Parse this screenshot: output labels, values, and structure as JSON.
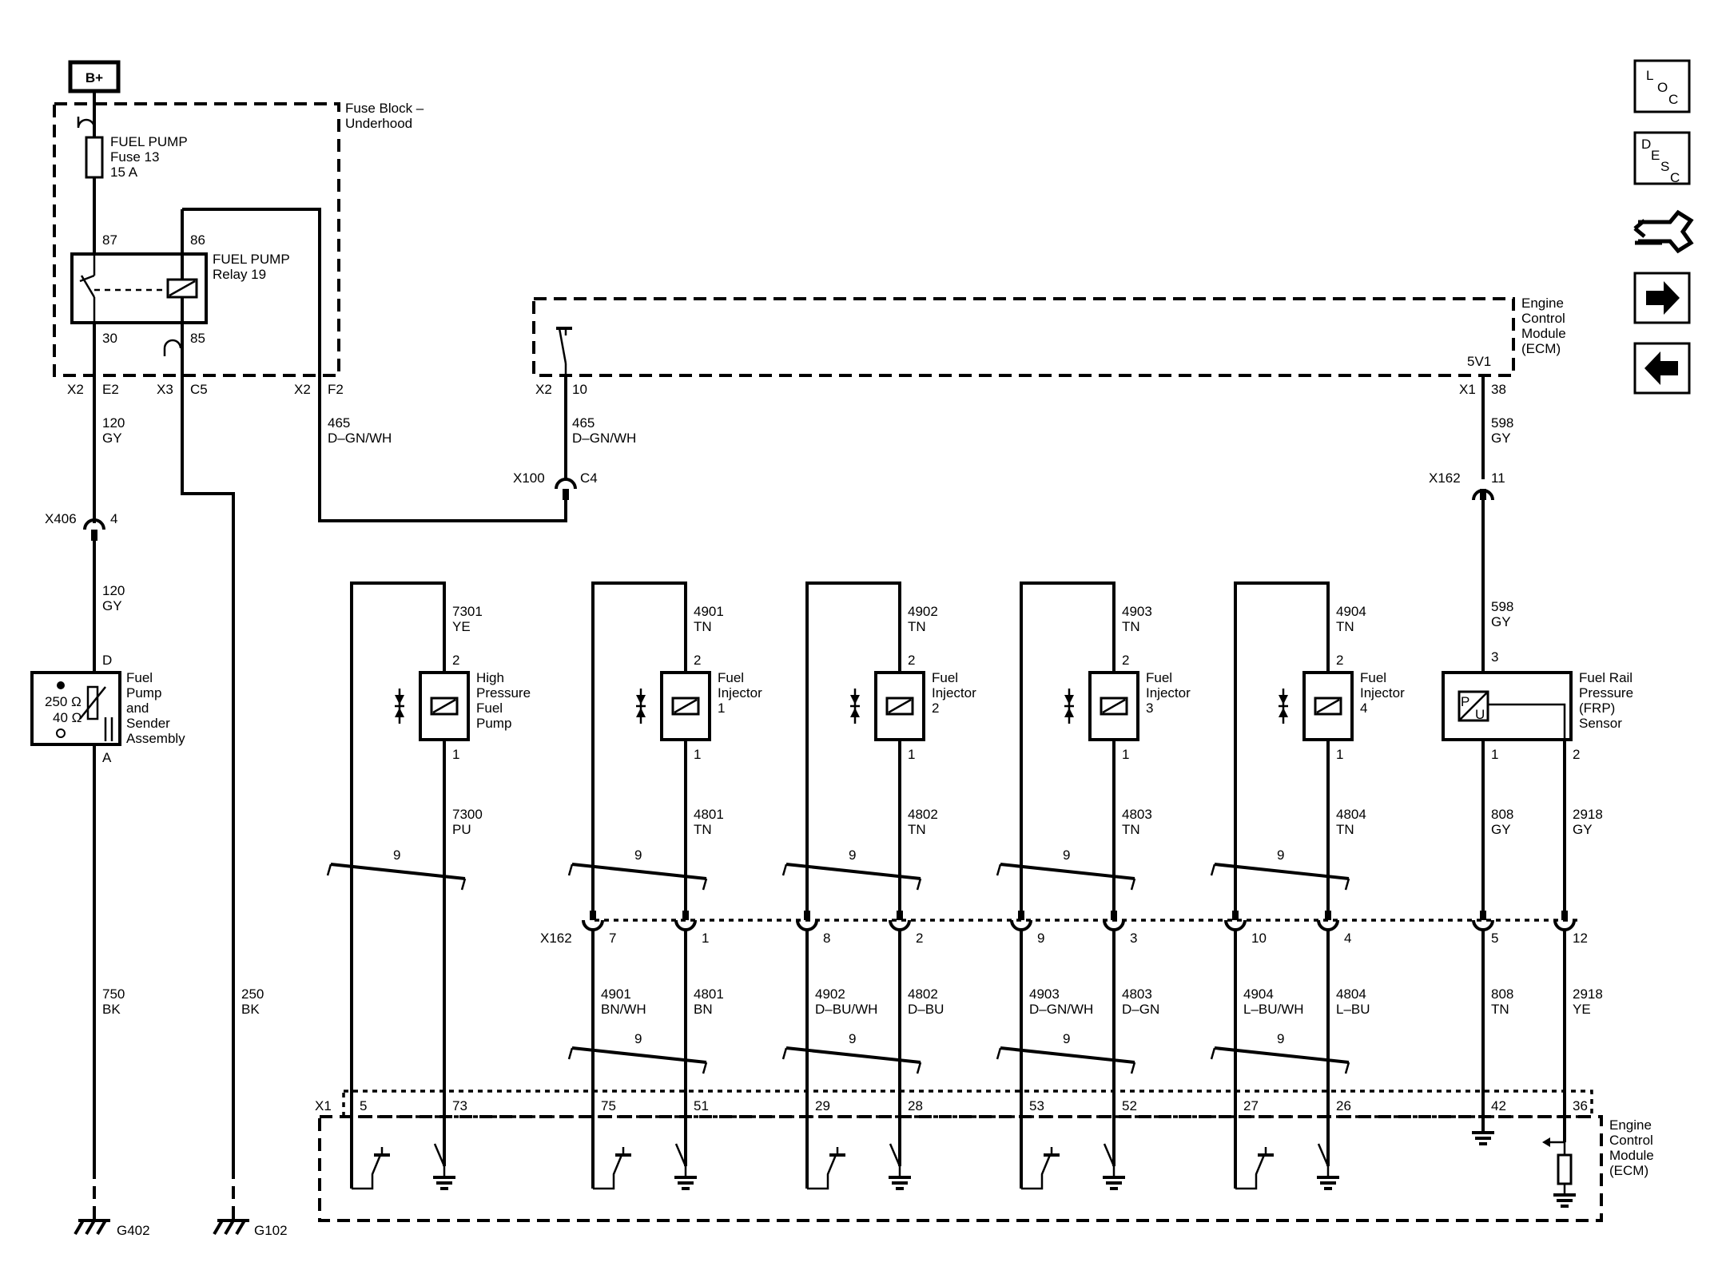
{
  "power": {
    "label": "B+"
  },
  "fuse_block": {
    "title_line1": "Fuse Block –",
    "title_line2": "Underhood"
  },
  "fuse": {
    "name": "FUEL PUMP",
    "id": "Fuse 13",
    "rating": "15 A"
  },
  "relay": {
    "name": "FUEL PUMP",
    "id": "Relay 19",
    "pin_87": "87",
    "pin_86": "86",
    "pin_30": "30",
    "pin_85": "85"
  },
  "fuse_block_pins": {
    "p1_conn": "X2",
    "p1_pin": "E2",
    "p2_conn": "X3",
    "p2_pin": "C5",
    "p3_conn": "X2",
    "p3_pin": "F2"
  },
  "ecm_top": {
    "title": [
      "Engine",
      "Control",
      "Module",
      "(ECM)"
    ],
    "left_conn": "X2",
    "left_pin": "10",
    "right_conn": "X1",
    "right_pin": "38",
    "ref_label": "5V1"
  },
  "wires": {
    "w120a": [
      "120",
      "GY"
    ],
    "w465a": [
      "465",
      "D–GN/WH"
    ],
    "w465b": [
      "465",
      "D–GN/WH"
    ],
    "w598a": [
      "598",
      "GY"
    ],
    "w120b": [
      "120",
      "GY"
    ],
    "w598b": [
      "598",
      "GY"
    ],
    "w750": [
      "750",
      "BK"
    ],
    "w250": [
      "250",
      "BK"
    ]
  },
  "connectors": {
    "x100": {
      "name": "X100",
      "pin": "C4"
    },
    "x162_top": {
      "name": "X162",
      "pin": "11"
    },
    "x406": {
      "name": "X406",
      "pin": "4"
    }
  },
  "fuel_pump_assembly": {
    "label": [
      "Fuel",
      "Pump",
      "and",
      "Sender",
      "Assembly"
    ],
    "pin_top": "D",
    "pin_bottom": "A",
    "resist_1": "250 Ω",
    "resist_2": "40 Ω"
  },
  "injectors": [
    {
      "label": [
        "High",
        "Pressure",
        "Fuel",
        "Pump"
      ],
      "top_wire": [
        "7301",
        "YE"
      ],
      "bot_wire": [
        "7300",
        "PU"
      ],
      "pin2": "2",
      "pin1": "1",
      "twist": "9",
      "twist2": "",
      "xc_left": "7",
      "xc_right": "1",
      "lo_left": [
        "",
        ""
      ],
      "lo_right": [
        "",
        ""
      ],
      "ecm_left": "5",
      "ecm_right": "73"
    },
    {
      "label": [
        "Fuel",
        "Injector",
        "1"
      ],
      "top_wire": [
        "4901",
        "TN"
      ],
      "bot_wire": [
        "4801",
        "TN"
      ],
      "pin2": "2",
      "pin1": "1",
      "twist": "9",
      "twist2": "9",
      "xc_left": "7",
      "xc_right": "1",
      "lo_left": [
        "4901",
        "BN/WH"
      ],
      "lo_right": [
        "4801",
        "BN"
      ],
      "ecm_left": "75",
      "ecm_right": "51"
    },
    {
      "label": [
        "Fuel",
        "Injector",
        "2"
      ],
      "top_wire": [
        "4902",
        "TN"
      ],
      "bot_wire": [
        "4802",
        "TN"
      ],
      "pin2": "2",
      "pin1": "1",
      "twist": "9",
      "twist2": "9",
      "xc_left": "8",
      "xc_right": "2",
      "lo_left": [
        "4902",
        "D–BU/WH"
      ],
      "lo_right": [
        "4802",
        "D–BU"
      ],
      "ecm_left": "29",
      "ecm_right": "28"
    },
    {
      "label": [
        "Fuel",
        "Injector",
        "3"
      ],
      "top_wire": [
        "4903",
        "TN"
      ],
      "bot_wire": [
        "4803",
        "TN"
      ],
      "pin2": "2",
      "pin1": "1",
      "twist": "9",
      "twist2": "9",
      "xc_left": "9",
      "xc_right": "3",
      "lo_left": [
        "4903",
        "D–GN/WH"
      ],
      "lo_right": [
        "4803",
        "D–GN"
      ],
      "ecm_left": "53",
      "ecm_right": "52"
    },
    {
      "label": [
        "Fuel",
        "Injector",
        "4"
      ],
      "top_wire": [
        "4904",
        "TN"
      ],
      "bot_wire": [
        "4804",
        "TN"
      ],
      "pin2": "2",
      "pin1": "1",
      "twist": "9",
      "twist2": "9",
      "xc_left": "10",
      "xc_right": "4",
      "lo_left": [
        "4904",
        "L–BU/WH"
      ],
      "lo_right": [
        "4804",
        "L–BU"
      ],
      "ecm_left": "27",
      "ecm_right": "26"
    }
  ],
  "x162_mid": {
    "name": "X162"
  },
  "frp_sensor": {
    "label": [
      "Fuel Rail",
      "Pressure",
      "(FRP)",
      "Sensor"
    ],
    "pin3": "3",
    "pin1": "1",
    "pin2": "2",
    "w_left_top": [
      "808",
      "GY"
    ],
    "w_right_top": [
      "2918",
      "GY"
    ],
    "xc_left": "5",
    "xc_right": "12",
    "w_left_bot": [
      "808",
      "TN"
    ],
    "w_right_bot": [
      "2918",
      "YE"
    ],
    "ecm_left": "42",
    "ecm_right": "36",
    "symbol_p": "P",
    "symbol_u": "U"
  },
  "ecm_bottom": {
    "conn": "X1",
    "title": [
      "Engine",
      "Control",
      "Module",
      "(ECM)"
    ]
  },
  "grounds": {
    "g402": "G402",
    "g102": "G102"
  },
  "nav": {
    "loc": [
      "L",
      "O",
      "C"
    ],
    "desc": [
      "D",
      "E",
      "S",
      "C"
    ]
  }
}
